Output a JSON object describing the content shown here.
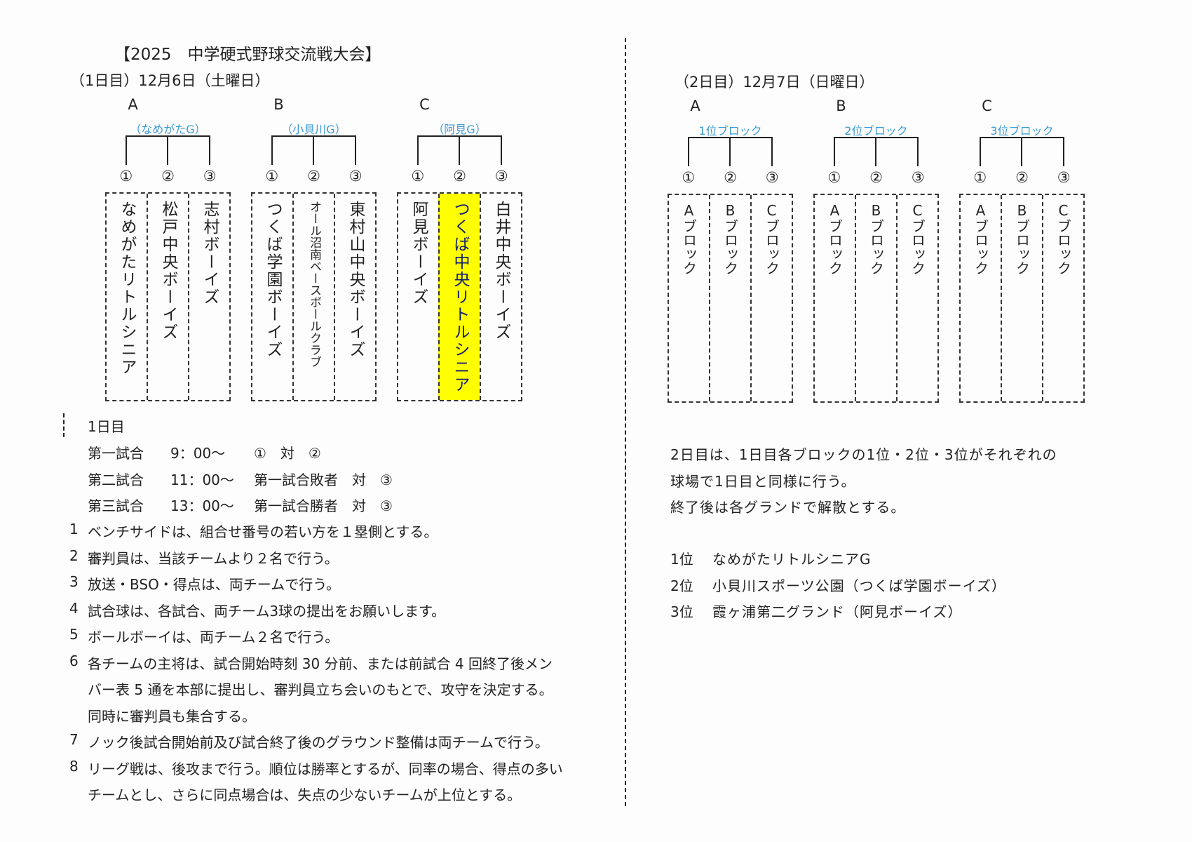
{
  "title": "【2025　中学硬式野球交流戦大会】",
  "day1": {
    "header": "（1日目）12月6日（土曜日）",
    "groups": [
      {
        "letter": "A",
        "venue": "（なめがたG）",
        "nums": [
          "①",
          "②",
          "③"
        ],
        "teams": [
          "なめがたリトルシニア",
          "松戸中央ボーイズ",
          "志村ボーイズ"
        ]
      },
      {
        "letter": "B",
        "venue": "（小貝川G）",
        "nums": [
          "①",
          "②",
          "③"
        ],
        "teams": [
          "つくば学園ボーイズ",
          "オール沼南ベースボールクラブ",
          "東村山中央ボーイズ"
        ]
      },
      {
        "letter": "C",
        "venue": "（阿見G）",
        "nums": [
          "①",
          "②",
          "③"
        ],
        "teams": [
          "阿見ボーイズ",
          "つくば中央リトルシニア",
          "白井中央ボーイズ"
        ]
      }
    ],
    "highlight_color": "#ffff00",
    "schedule_title": "1日目",
    "matches": [
      {
        "name": "第一試合",
        "time": "9：00～",
        "pairing": "①　対　②"
      },
      {
        "name": "第二試合",
        "time": "11：00～",
        "pairing": "第一試合敗者　対　③"
      },
      {
        "name": "第三試合",
        "time": "13：00～",
        "pairing": "第一試合勝者　対　③"
      }
    ],
    "rules": [
      {
        "no": "1",
        "lines": [
          "ベンチサイドは、組合せ番号の若い方を１塁側とする。"
        ]
      },
      {
        "no": "2",
        "lines": [
          "審判員は、当該チームより２名で行う。"
        ]
      },
      {
        "no": "3",
        "lines": [
          "放送・BSO・得点は、両チームで行う。"
        ]
      },
      {
        "no": "4",
        "lines": [
          "試合球は、各試合、両チーム3球の提出をお願いします。"
        ]
      },
      {
        "no": "5",
        "lines": [
          "ボールボーイは、両チーム２名で行う。"
        ]
      },
      {
        "no": "6",
        "lines": [
          "各チームの主将は、試合開始時刻 30 分前、または前試合 4 回終了後メン",
          "バー表 5 通を本部に提出し、審判員立ち会いのもとで、攻守を決定する。",
          "同時に審判員も集合する。"
        ]
      },
      {
        "no": "7",
        "lines": [
          "ノック後試合開始前及び試合終了後のグラウンド整備は両チームで行う。"
        ]
      },
      {
        "no": "8",
        "lines": [
          "リーグ戦は、後攻まで行う。順位は勝率とするが、同率の場合、得点の多い",
          "チームとし、さらに同点場合は、失点の少ないチームが上位とする。"
        ]
      }
    ]
  },
  "day2": {
    "header": "（2日目）12月7日（日曜日）",
    "groups": [
      {
        "letter": "A",
        "venue": "1位ブロック",
        "nums": [
          "①",
          "②",
          "③"
        ],
        "teams": [
          "Aブロック",
          "Bブロック",
          "Cブロック"
        ]
      },
      {
        "letter": "B",
        "venue": "2位ブロック",
        "nums": [
          "①",
          "②",
          "③"
        ],
        "teams": [
          "Aブロック",
          "Bブロック",
          "Cブロック"
        ]
      },
      {
        "letter": "C",
        "venue": "3位ブロック",
        "nums": [
          "①",
          "②",
          "③"
        ],
        "teams": [
          "Aブロック",
          "Bブロック",
          "Cブロック"
        ]
      }
    ],
    "notes": [
      "2日目は、1日目各ブロックの1位・2位・3位がそれぞれの",
      "球場で1日目と同様に行う。",
      "終了後は各グランドで解散とする。"
    ],
    "venues": [
      {
        "rank": "1位",
        "place": "なめがたリトルシニアG"
      },
      {
        "rank": "2位",
        "place": "小貝川スポーツ公園（つくば学園ボーイズ）"
      },
      {
        "rank": "3位",
        "place": "霞ヶ浦第二グランド（阿見ボーイズ）"
      }
    ]
  }
}
